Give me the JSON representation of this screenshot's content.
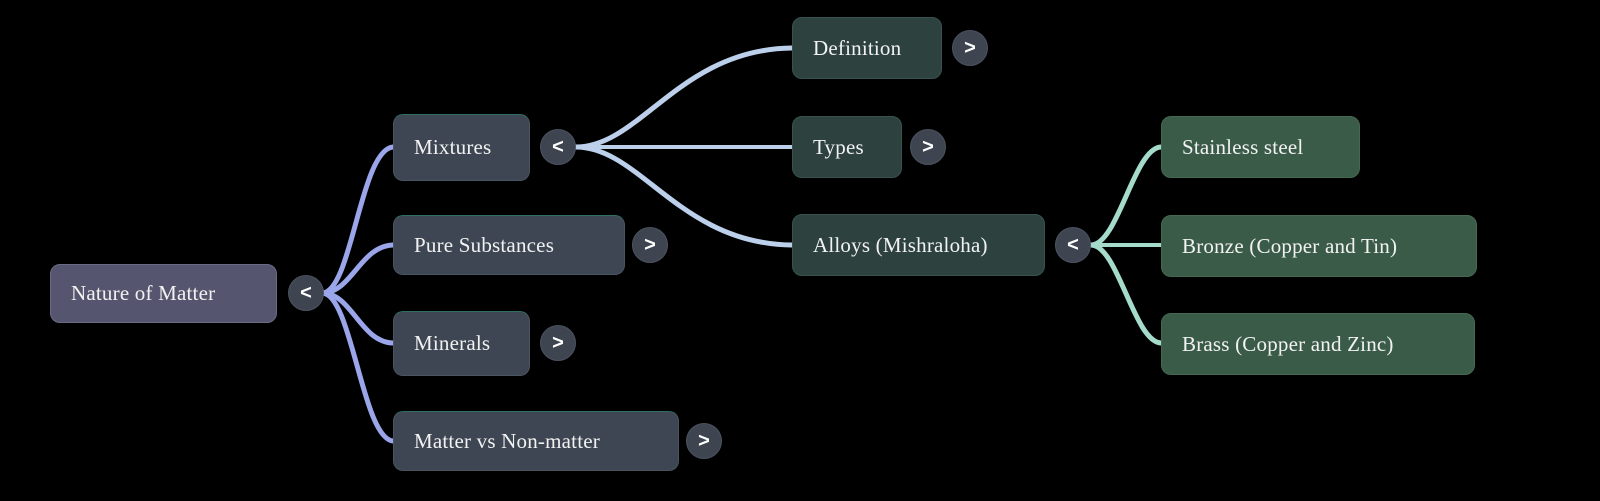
{
  "diagram": {
    "type": "mindmap",
    "background": "#000000",
    "root": {
      "id": "nature-of-matter",
      "label": "Nature of Matter",
      "color": "#55556f",
      "toggle": "<",
      "toggle_state": "expanded"
    },
    "level2": [
      {
        "id": "mixtures",
        "label": "Mixtures",
        "toggle": "<",
        "toggle_state": "expanded",
        "color": "#3d4652"
      },
      {
        "id": "pure-substances",
        "label": "Pure Substances",
        "toggle": ">",
        "toggle_state": "collapsed",
        "color": "#3d4652"
      },
      {
        "id": "minerals",
        "label": "Minerals",
        "toggle": ">",
        "toggle_state": "collapsed",
        "color": "#3d4652"
      },
      {
        "id": "matter-vs-nonmatter",
        "label": "Matter vs Non-matter",
        "toggle": ">",
        "toggle_state": "collapsed",
        "color": "#3d4652"
      }
    ],
    "level3": [
      {
        "id": "definition",
        "label": "Definition",
        "toggle": ">",
        "toggle_state": "collapsed",
        "color": "#2d423e"
      },
      {
        "id": "types",
        "label": "Types",
        "toggle": ">",
        "toggle_state": "collapsed",
        "color": "#2d423e"
      },
      {
        "id": "alloys",
        "label": "Alloys (Mishraloha)",
        "toggle": "<",
        "toggle_state": "expanded",
        "color": "#2d423e"
      }
    ],
    "level4": [
      {
        "id": "stainless-steel",
        "label": "Stainless steel",
        "color": "#3b5b49"
      },
      {
        "id": "bronze",
        "label": "Bronze (Copper and Tin)",
        "color": "#3b5b49"
      },
      {
        "id": "brass",
        "label": "Brass (Copper and Zinc)",
        "color": "#3b5b49"
      }
    ],
    "edge_colors": {
      "root_branch": "#9aa5ea",
      "mixtures_branch": "#bcd0ec",
      "alloys_branch": "#a4dbcb"
    }
  }
}
